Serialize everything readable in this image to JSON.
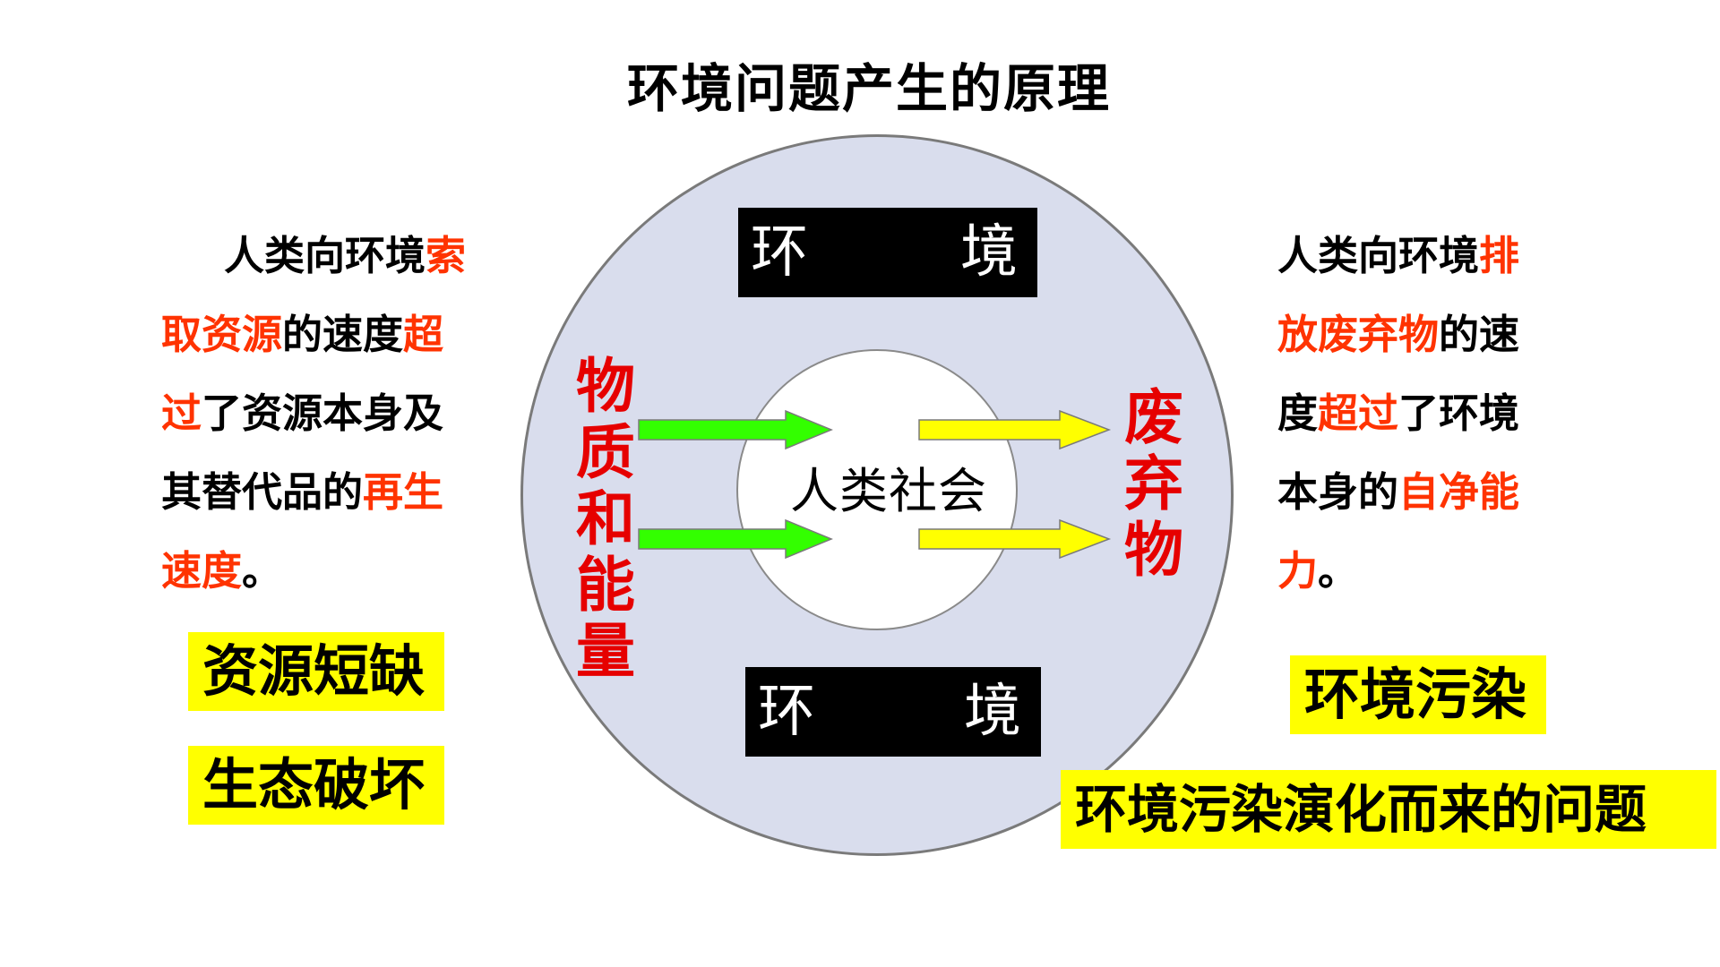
{
  "title": "环境问题产生的原理",
  "diagram": {
    "environment_top": {
      "left": "环",
      "right": "境"
    },
    "environment_bottom": {
      "left": "环",
      "right": "境"
    },
    "center_label": "人类社会",
    "input_label": "物质和能量",
    "output_label": "废弃物",
    "colors": {
      "outer_fill": "#d9dded",
      "input_arrows": "#33ff00",
      "output_arrows": "#ffff00",
      "emphasis_red": "#e60000"
    }
  },
  "left_text": {
    "parts": [
      {
        "text": "人类向环境",
        "highlight": false
      },
      {
        "text": "索取资源",
        "highlight": true
      },
      {
        "text": "的速度",
        "highlight": false
      },
      {
        "text": "超过",
        "highlight": true
      },
      {
        "text": "了资源本身及其替代品的",
        "highlight": false
      },
      {
        "text": "再生速度",
        "highlight": true
      },
      {
        "text": "。",
        "highlight": false
      }
    ]
  },
  "right_text": {
    "parts": [
      {
        "text": "人类向环境",
        "highlight": false
      },
      {
        "text": "排放废弃物",
        "highlight": true
      },
      {
        "text": "的速度",
        "highlight": false
      },
      {
        "text": "超过",
        "highlight": true
      },
      {
        "text": "了环境本身的",
        "highlight": false
      },
      {
        "text": "自净能力",
        "highlight": true
      },
      {
        "text": "。",
        "highlight": false
      }
    ]
  },
  "tags": {
    "resource_scarcity": "资源短缺",
    "ecological_damage": "生态破坏",
    "environmental_pollution": "环境污染",
    "evolved_problems": "环境污染演化而来的问题"
  }
}
